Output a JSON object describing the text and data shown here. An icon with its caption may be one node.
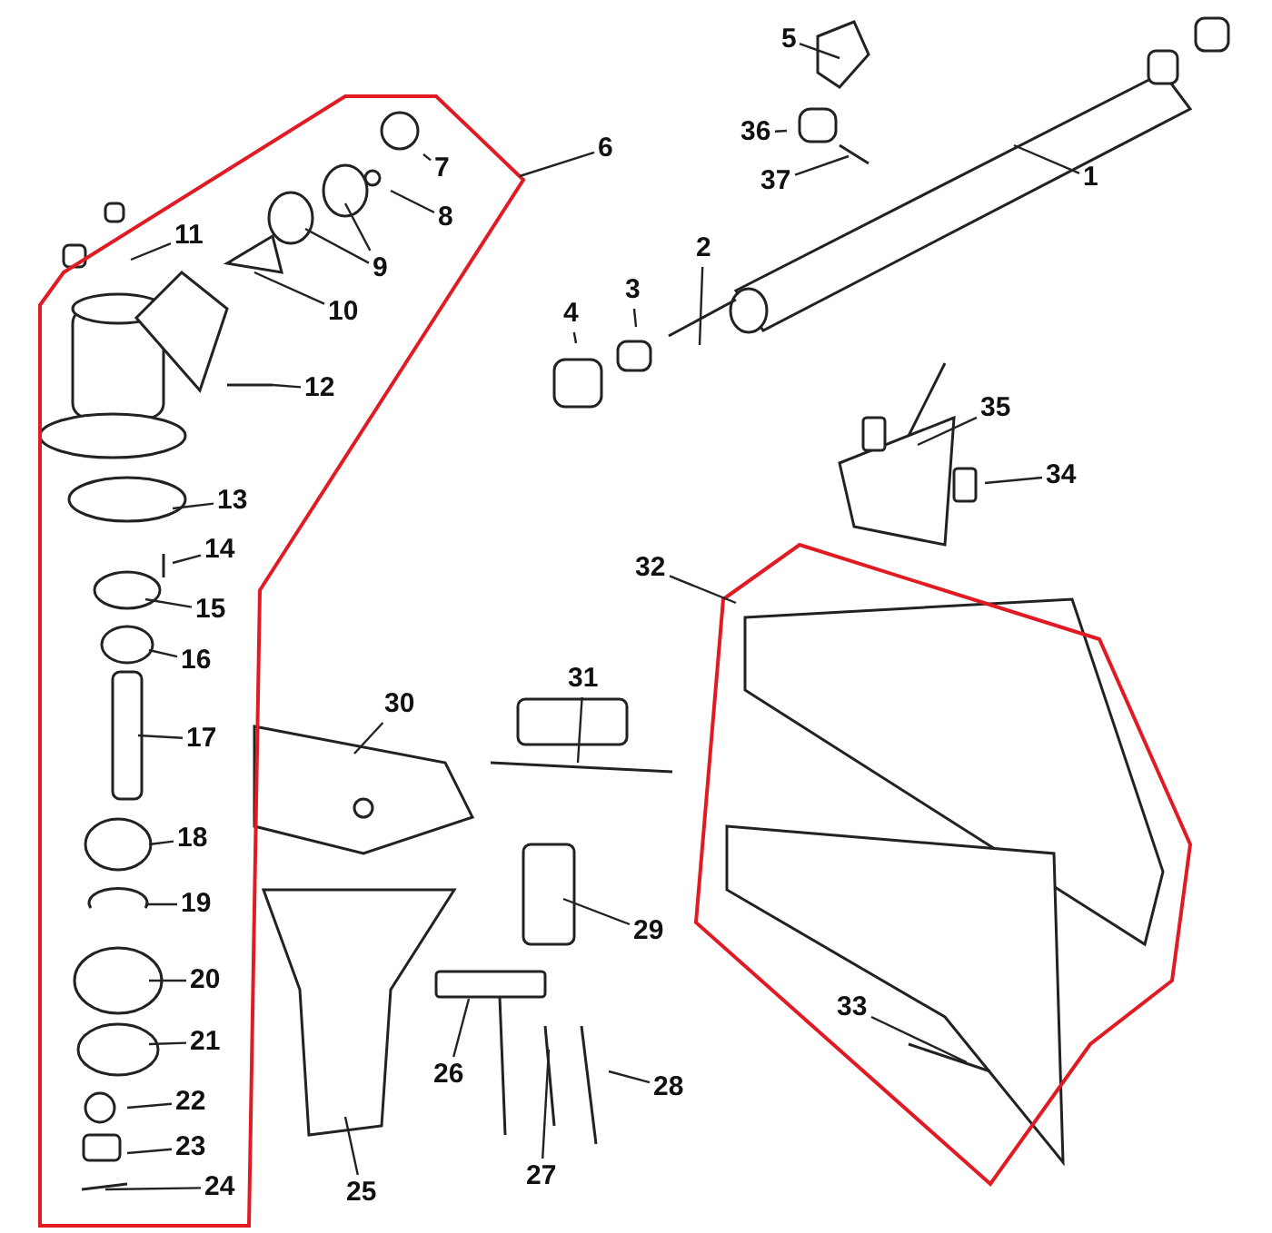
{
  "diagram": {
    "nodes": [
      {
        "text": [
          "1"
        ]
      },
      {
        "text": [
          "2"
        ]
      },
      {
        "text": [
          "3"
        ]
      },
      {
        "text": [
          "4"
        ]
      },
      {
        "text": [
          "5"
        ]
      },
      {
        "text": [
          "6"
        ]
      },
      {
        "text": [
          "7"
        ],
        "in": 37
      },
      {
        "text": [
          "8"
        ],
        "in": 37
      },
      {
        "text": [
          "9"
        ],
        "in": 37
      },
      {
        "text": [
          "10"
        ],
        "in": 37
      },
      {
        "text": [
          "11"
        ],
        "in": 37
      },
      {
        "text": [
          "12"
        ],
        "in": 37
      },
      {
        "text": [
          "13"
        ],
        "in": 37
      },
      {
        "text": [
          "14"
        ],
        "in": 37
      },
      {
        "text": [
          "15"
        ],
        "in": 37
      },
      {
        "text": [
          "16"
        ],
        "in": 37
      },
      {
        "text": [
          "17"
        ],
        "in": 37
      },
      {
        "text": [
          "18"
        ],
        "in": 37
      },
      {
        "text": [
          "19"
        ],
        "in": 37
      },
      {
        "text": [
          "20"
        ],
        "in": 37
      },
      {
        "text": [
          "21"
        ],
        "in": 37
      },
      {
        "text": [
          "22"
        ],
        "in": 37
      },
      {
        "text": [
          "23"
        ],
        "in": 37
      },
      {
        "text": [
          "24"
        ],
        "in": 37
      },
      {
        "text": [
          "25"
        ]
      },
      {
        "text": [
          "26"
        ]
      },
      {
        "text": [
          "27"
        ]
      },
      {
        "text": [
          "28"
        ]
      },
      {
        "text": [
          "29"
        ]
      },
      {
        "text": [
          "30"
        ]
      },
      {
        "text": [
          "31"
        ]
      },
      {
        "text": [
          "32"
        ]
      },
      {
        "text": [
          "33"
        ],
        "in": 38
      },
      {
        "text": [
          "34"
        ]
      },
      {
        "text": [
          "35"
        ]
      },
      {
        "text": [
          "36"
        ]
      },
      {
        "text": [
          "37"
        ]
      },
      {
        "text": [],
        "shape": "box"
      },
      {
        "text": [],
        "shape": "box"
      }
    ],
    "edges": [
      {
        "from": 0,
        "to": null,
        "arrow": "none"
      },
      {
        "from": 1,
        "to": null,
        "arrow": "none"
      },
      {
        "from": 2,
        "to": null,
        "arrow": "none"
      },
      {
        "from": 3,
        "to": null,
        "arrow": "none"
      },
      {
        "from": 4,
        "to": null,
        "arrow": "none"
      },
      {
        "from": 5,
        "to": 37,
        "arrow": "none"
      },
      {
        "from": 6,
        "to": null,
        "arrow": "none"
      },
      {
        "from": 7,
        "to": null,
        "arrow": "none"
      },
      {
        "from": 8,
        "to": null,
        "arrow": "none"
      },
      {
        "from": 8,
        "to": null,
        "arrow": "none"
      },
      {
        "from": 9,
        "to": null,
        "arrow": "none"
      },
      {
        "from": 10,
        "to": null,
        "arrow": "none"
      },
      {
        "from": 11,
        "to": null,
        "arrow": "none"
      },
      {
        "from": 12,
        "to": null,
        "arrow": "none"
      },
      {
        "from": 13,
        "to": null,
        "arrow": "none"
      },
      {
        "from": 14,
        "to": null,
        "arrow": "none"
      },
      {
        "from": 15,
        "to": null,
        "arrow": "none"
      },
      {
        "from": 16,
        "to": null,
        "arrow": "none"
      },
      {
        "from": 17,
        "to": null,
        "arrow": "none"
      },
      {
        "from": 18,
        "to": null,
        "arrow": "none"
      },
      {
        "from": 19,
        "to": null,
        "arrow": "none"
      },
      {
        "from": 20,
        "to": null,
        "arrow": "none"
      },
      {
        "from": 21,
        "to": null,
        "arrow": "none"
      },
      {
        "from": 22,
        "to": null,
        "arrow": "none"
      },
      {
        "from": 23,
        "to": null,
        "arrow": "none"
      },
      {
        "from": 24,
        "to": null,
        "arrow": "none"
      },
      {
        "from": 25,
        "to": null,
        "arrow": "none"
      },
      {
        "from": 26,
        "to": null,
        "arrow": "none"
      },
      {
        "from": 27,
        "to": null,
        "arrow": "none"
      },
      {
        "from": 28,
        "to": null,
        "arrow": "none"
      },
      {
        "from": 29,
        "to": null,
        "arrow": "none"
      },
      {
        "from": 30,
        "to": null,
        "arrow": "none"
      },
      {
        "from": 31,
        "to": 38,
        "arrow": "none"
      },
      {
        "from": 32,
        "to": null,
        "arrow": "none"
      },
      {
        "from": 33,
        "to": null,
        "arrow": "none"
      },
      {
        "from": 34,
        "to": null,
        "arrow": "none"
      },
      {
        "from": 35,
        "to": null,
        "arrow": "none"
      },
      {
        "from": 36,
        "to": null,
        "arrow": "none"
      }
    ]
  }
}
